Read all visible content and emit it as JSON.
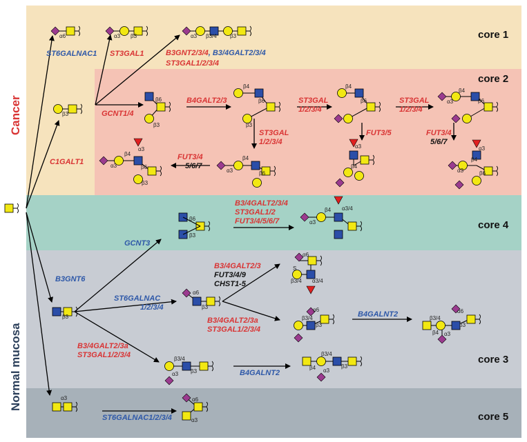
{
  "side_labels": {
    "cancer": "Cancer",
    "normal": "Normal mucosa"
  },
  "cores": {
    "core1": "core 1",
    "core2": "core 2",
    "core3": "core 3",
    "core4": "core 4",
    "core5": "core 5"
  },
  "enzymes": {
    "st6galnac1": "ST6GALNAC1",
    "st3gal1": "ST3GAL1",
    "b3gnt234_a": "B3GNT2/3/4",
    "b3gnt234_b": ", B3/4GALT2/3/4",
    "st3gal1234_top": "ST3GAL1/2/3/4",
    "gcnt14": "GCNT1/4",
    "c1galt1": "C1GALT1",
    "b4galt23": "B4GALT2/3",
    "st3gal_a": "ST3GAL",
    "st3gal_a2": "1/2/3/4",
    "st3gal_b": "ST3GAL",
    "st3gal_b2": "1/2/3/4",
    "st3gal_c": "ST3GAL",
    "st3gal_c2": "1/2/3/4",
    "fut35": "FUT3/5",
    "fut34_a": "FUT3/4",
    "fut34_a2": "5/6/7",
    "fut34_b": "FUT3/4",
    "fut34_b2": "5/6/7",
    "gcnt3": "GCNT3",
    "core4_l1": "B3/4GALT2/3/4",
    "core4_l2": "ST3GAL1/2",
    "core4_l3": "FUT3/4/5/6/7",
    "b3gnt6": "B3GNT6",
    "st6galnac_mid": "ST6GALNAC",
    "st6galnac_mid2": "1/2/3/4",
    "c3_a1": "B3/4GALT2/3",
    "c3_a2": "FUT3/4/9",
    "c3_a3": "CHST1-5",
    "c3_b1": "B3/4GALT2/3a",
    "c3_b2": "ST3GAL1/2/3/4",
    "b4galnt2_a": "B4GALNT2",
    "c3_c1": "B3/4GALT2/3a",
    "c3_c2": "ST3GAL1/2/3/4",
    "b4galnt2_b": "B4GALNT2",
    "st6galnac_core5": "ST6GALNAC1/2/3/4"
  },
  "linkages": {
    "a6": "α6",
    "a3": "α3",
    "b3": "β3",
    "b4": "β4",
    "b6": "β6",
    "b34": "β3/4",
    "a34": "α3/4",
    "s": "S"
  },
  "colors": {
    "cancer_bg": "#f6e3bd",
    "core2_bg": "#f5c3b5",
    "core4_bg": "#a5d2c6",
    "normal_bg": "#c8ccd3",
    "core5_bg": "#a7b1b9",
    "red_enzyme": "#d93434",
    "blue_enzyme": "#2e58a8",
    "galnac": "#f2e813",
    "gal": "#f2e813",
    "glcnac": "#2b4ea8",
    "sia": "#9b3b8f",
    "fuc": "#e02020"
  }
}
